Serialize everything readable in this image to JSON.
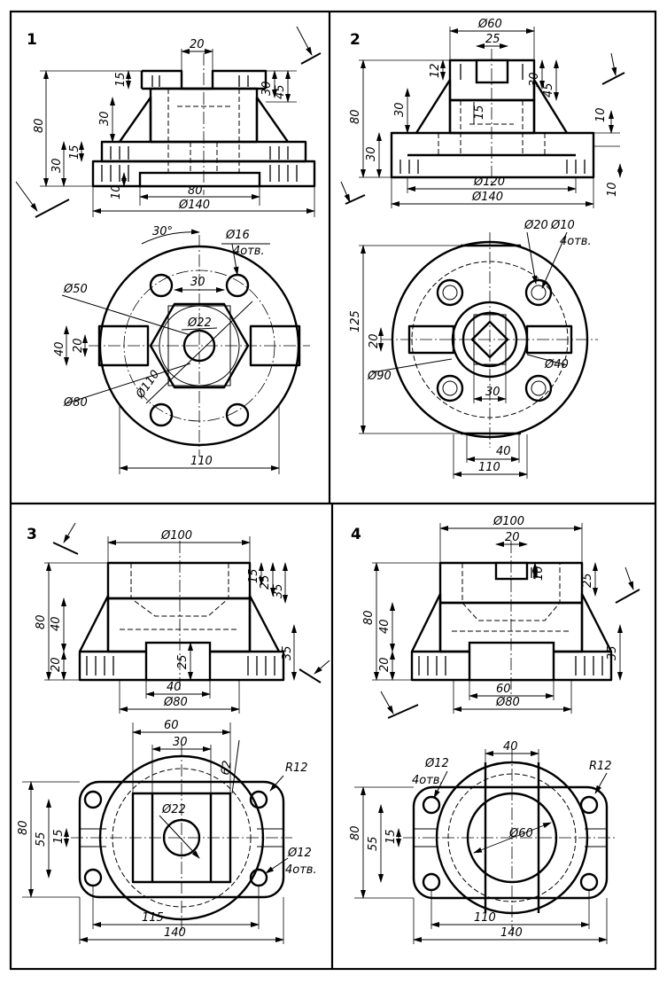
{
  "panels": [
    {
      "number": "1",
      "front_dims": {
        "top_width": "20",
        "d15": "15",
        "d30_rib": "30",
        "d80": "80",
        "d30_base": "30",
        "d15_base": "15",
        "d10": "10",
        "d80_bottom": "80",
        "d140": "Ø140",
        "d30_right": "30",
        "d45": "45"
      },
      "top_dims": {
        "angle": "30°",
        "hole": "Ø16",
        "hole_count": "4отв.",
        "d30": "30",
        "d50": "Ø50",
        "d22": "Ø22",
        "d40": "40",
        "d20": "20",
        "d80": "Ø80",
        "d110_dia": "Ø110",
        "d110": "110"
      }
    },
    {
      "number": "2",
      "front_dims": {
        "d60": "Ø60",
        "d25": "25",
        "d12": "12",
        "d30": "30",
        "d80": "80",
        "d15": "15",
        "d30_base": "30",
        "d120": "Ø120",
        "d140": "Ø140",
        "d30_right": "30",
        "d45": "45",
        "d10_a": "10",
        "d10_b": "10"
      },
      "top_dims": {
        "d20": "Ø20",
        "d10": "Ø10",
        "hole_count": "4отв.",
        "d125": "125",
        "d20_left": "20",
        "d90": "Ø90",
        "d40_dia": "Ø40",
        "d30": "30",
        "d40": "40",
        "d110": "110"
      }
    },
    {
      "number": "3",
      "front_dims": {
        "d100": "Ø100",
        "d15": "15",
        "d25": "25",
        "d35": "35",
        "d80": "80",
        "d40": "40",
        "d20": "20",
        "d25_mid": "25",
        "d35_right": "35",
        "d40_bottom": "40",
        "d80_bottom": "Ø80"
      },
      "top_dims": {
        "d60": "60",
        "d30": "30",
        "d62": "62",
        "r12": "R12",
        "d22": "Ø22",
        "d80": "80",
        "d55": "55",
        "d15": "15",
        "d12": "Ø12",
        "hole_count": "4отв.",
        "d115": "115",
        "d140": "140"
      }
    },
    {
      "number": "4",
      "front_dims": {
        "d100": "Ø100",
        "d20": "20",
        "d10": "10",
        "d25": "25",
        "d80": "80",
        "d40": "40",
        "d20_left": "20",
        "d35": "35",
        "d60": "60",
        "d80_bottom": "Ø80"
      },
      "top_dims": {
        "d40": "40",
        "d12": "Ø12",
        "hole_count": "4отв.",
        "r12": "R12",
        "d60": "Ø60",
        "d80": "80",
        "d55": "55",
        "d15": "15",
        "d110": "110",
        "d140": "140"
      }
    }
  ]
}
